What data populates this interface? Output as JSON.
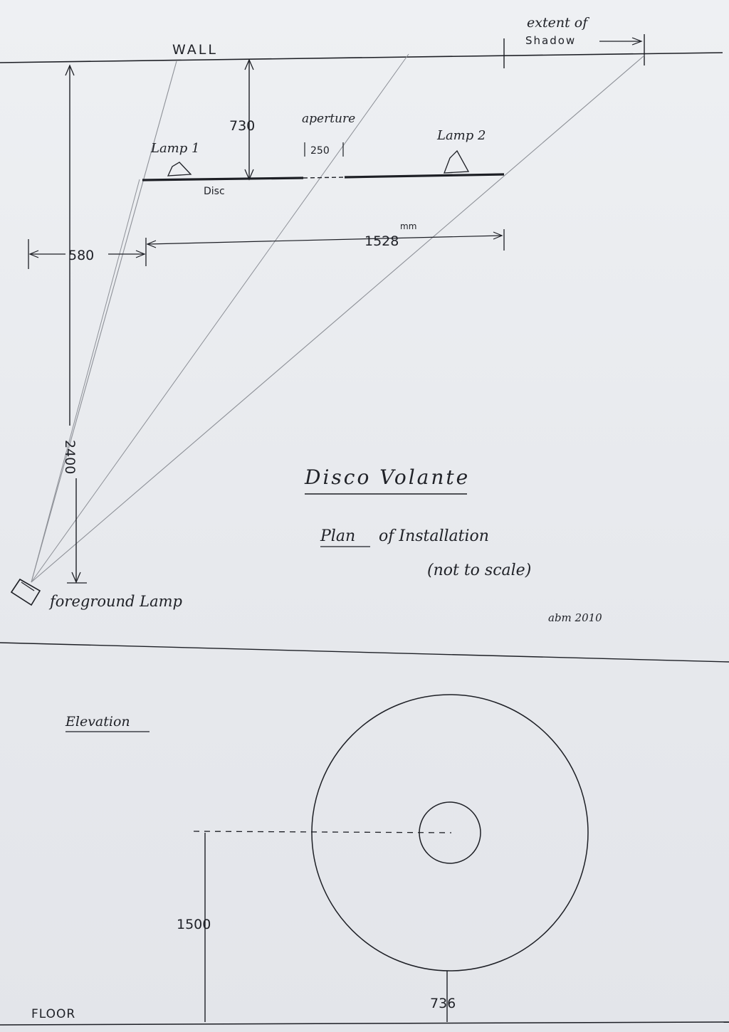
{
  "plan": {
    "wall_label": "WALL",
    "shadow_label_line1": "extent of",
    "shadow_label_line2": "Shadow",
    "disc_distance": "730",
    "aperture_label": "aperture",
    "aperture_width": "250",
    "lamp1_label": "Lamp 1",
    "lamp2_label": "Lamp 2",
    "disc_label": "Disc",
    "offset_left": "580",
    "disc_length": "1528",
    "length_unit": "mm",
    "lamp_distance": "2400",
    "foreground_lamp_label": "foreground Lamp"
  },
  "title": {
    "line1": "Disco Volante",
    "line2_underlined": "Plan",
    "line2_rest": "of Installation",
    "line3": "(not to scale)",
    "signature": "abm 2010"
  },
  "elevation": {
    "label": "Elevation",
    "height": "1500",
    "diameter": "736",
    "floor_label": "FLOOR"
  },
  "colors": {
    "paper": "#eaecf0",
    "ink": "#1d1f25",
    "pencil": "#8d9097"
  }
}
